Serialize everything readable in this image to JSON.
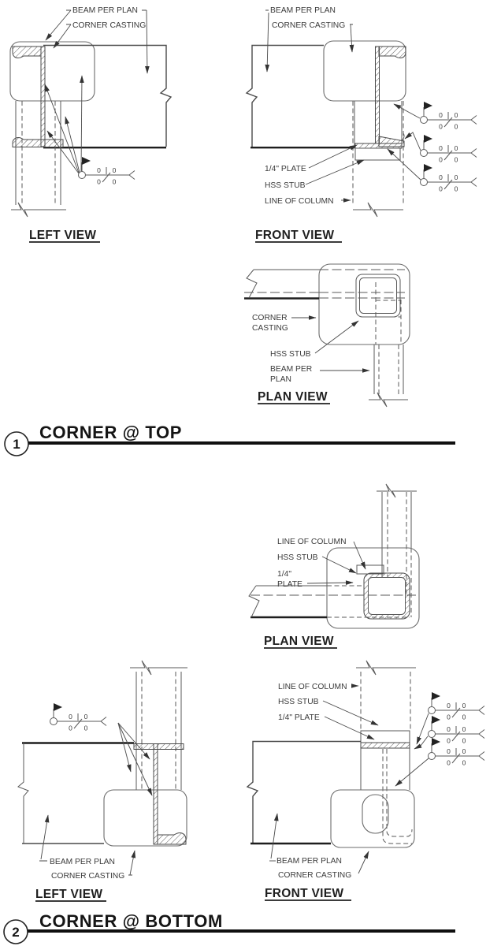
{
  "drawing": {
    "details": [
      {
        "number": "1",
        "title": "CORNER @ TOP",
        "left_view": {
          "title": "LEFT VIEW",
          "labels": {
            "beam": "BEAM PER PLAN",
            "casting": "CORNER CASTING"
          }
        },
        "front_view": {
          "title": "FRONT VIEW",
          "labels": {
            "beam": "BEAM PER PLAN",
            "casting": "CORNER CASTING",
            "plate": "1/4\" PLATE",
            "stub": "HSS STUB",
            "column": "LINE OF COLUMN"
          }
        },
        "plan_view": {
          "title": "PLAN VIEW",
          "labels": {
            "casting_line1": "CORNER",
            "casting_line2": "CASTING",
            "stub": "HSS STUB",
            "beam_line1": "BEAM PER",
            "beam_line2": "PLAN"
          }
        }
      },
      {
        "number": "2",
        "title": "CORNER @ BOTTOM",
        "plan_view": {
          "title": "PLAN VIEW",
          "labels": {
            "column": "LINE OF COLUMN",
            "stub": "HSS STUB",
            "plate_line1": "1/4\"",
            "plate_line2": "PLATE"
          }
        },
        "left_view": {
          "title": "LEFT VIEW",
          "labels": {
            "beam": "BEAM PER PLAN",
            "casting": "CORNER CASTING"
          }
        },
        "front_view": {
          "title": "FRONT VIEW",
          "labels": {
            "column": "LINE OF COLUMN",
            "stub": "HSS STUB",
            "plate": "1/4\" PLATE",
            "beam": "BEAM PER PLAN",
            "casting": "CORNER CASTING"
          }
        }
      }
    ],
    "weld_symbol": {
      "above_left": "0",
      "above_right": "0",
      "below_left": "0",
      "below_right": "0"
    }
  }
}
